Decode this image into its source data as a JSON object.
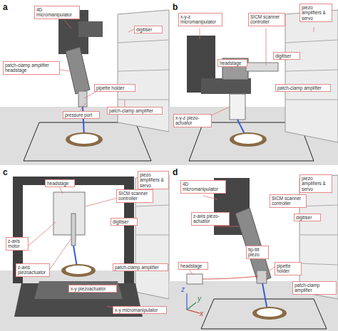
{
  "diagram": {
    "nodes": [
      {
        "text": [
          "4D micromanipulator"
        ]
      },
      {
        "text": [
          "digitiser"
        ]
      },
      {
        "text": [
          "patch-clamp amplifier headstage"
        ]
      },
      {
        "text": [
          "pipette holder"
        ]
      },
      {
        "text": [
          "patch-clamp amplifier"
        ]
      },
      {
        "text": [
          "pressure port"
        ]
      },
      {
        "text": [
          "x-y-z micromanipulator"
        ]
      },
      {
        "text": [
          "SICM scanner controller"
        ]
      },
      {
        "text": [
          "piezo amplifiers & servo"
        ]
      },
      {
        "text": [
          "digitiser"
        ]
      },
      {
        "text": [
          "headstage"
        ]
      },
      {
        "text": [
          "patch-clamp amplifier"
        ]
      },
      {
        "text": [
          "x-y-z piezo-actuator"
        ]
      },
      {
        "text": [
          "headstage"
        ]
      },
      {
        "text": [
          "SICM scanner controller"
        ]
      },
      {
        "text": [
          "piezo amplifiers & servo"
        ]
      },
      {
        "text": [
          "digitiser"
        ]
      },
      {
        "text": [
          "z-axis motor"
        ]
      },
      {
        "text": [
          "z-axis piezoactuator"
        ]
      },
      {
        "text": [
          "patch-clamp amplifier"
        ]
      },
      {
        "text": [
          "x-y piezoactuator"
        ]
      },
      {
        "text": [
          "x-y micromanipulator"
        ]
      },
      {
        "text": [
          "4D micromanipulator"
        ]
      },
      {
        "text": [
          "piezo amplifiers & servo"
        ]
      },
      {
        "text": [
          "SICM scanner controller"
        ]
      },
      {
        "text": [
          "z-axis piezo-actuator"
        ]
      },
      {
        "text": [
          "digitiser"
        ]
      },
      {
        "text": [
          "tip-tilt piezo"
        ]
      },
      {
        "text": [
          "headstage"
        ]
      },
      {
        "text": [
          "pipette holder"
        ]
      },
      {
        "text": [
          "patch-clamp amplifier"
        ]
      }
    ],
    "labels": [
      "a",
      "b",
      "c",
      "d",
      "z",
      "x",
      "y"
    ]
  }
}
